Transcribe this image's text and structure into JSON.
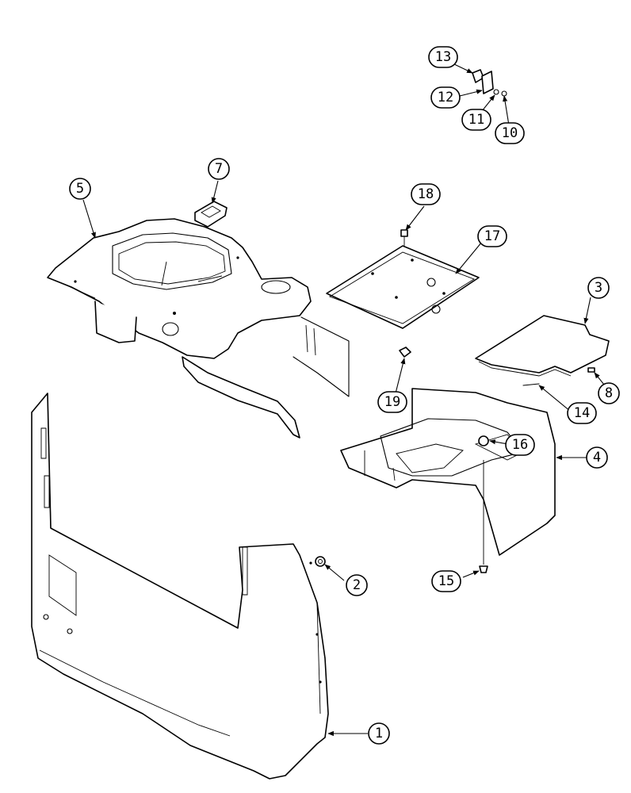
{
  "callouts": [
    {
      "id": "1",
      "label": "1"
    },
    {
      "id": "2",
      "label": "2"
    },
    {
      "id": "3",
      "label": "3"
    },
    {
      "id": "4",
      "label": "4"
    },
    {
      "id": "5",
      "label": "5"
    },
    {
      "id": "7",
      "label": "7"
    },
    {
      "id": "8",
      "label": "8"
    },
    {
      "id": "10",
      "label": "10"
    },
    {
      "id": "11",
      "label": "11"
    },
    {
      "id": "12",
      "label": "12"
    },
    {
      "id": "13",
      "label": "13"
    },
    {
      "id": "14",
      "label": "14"
    },
    {
      "id": "15",
      "label": "15"
    },
    {
      "id": "16",
      "label": "16"
    },
    {
      "id": "17",
      "label": "17"
    },
    {
      "id": "18",
      "label": "18"
    },
    {
      "id": "19",
      "label": "19"
    }
  ],
  "colors": {
    "line": "#000000",
    "background": "#ffffff"
  }
}
